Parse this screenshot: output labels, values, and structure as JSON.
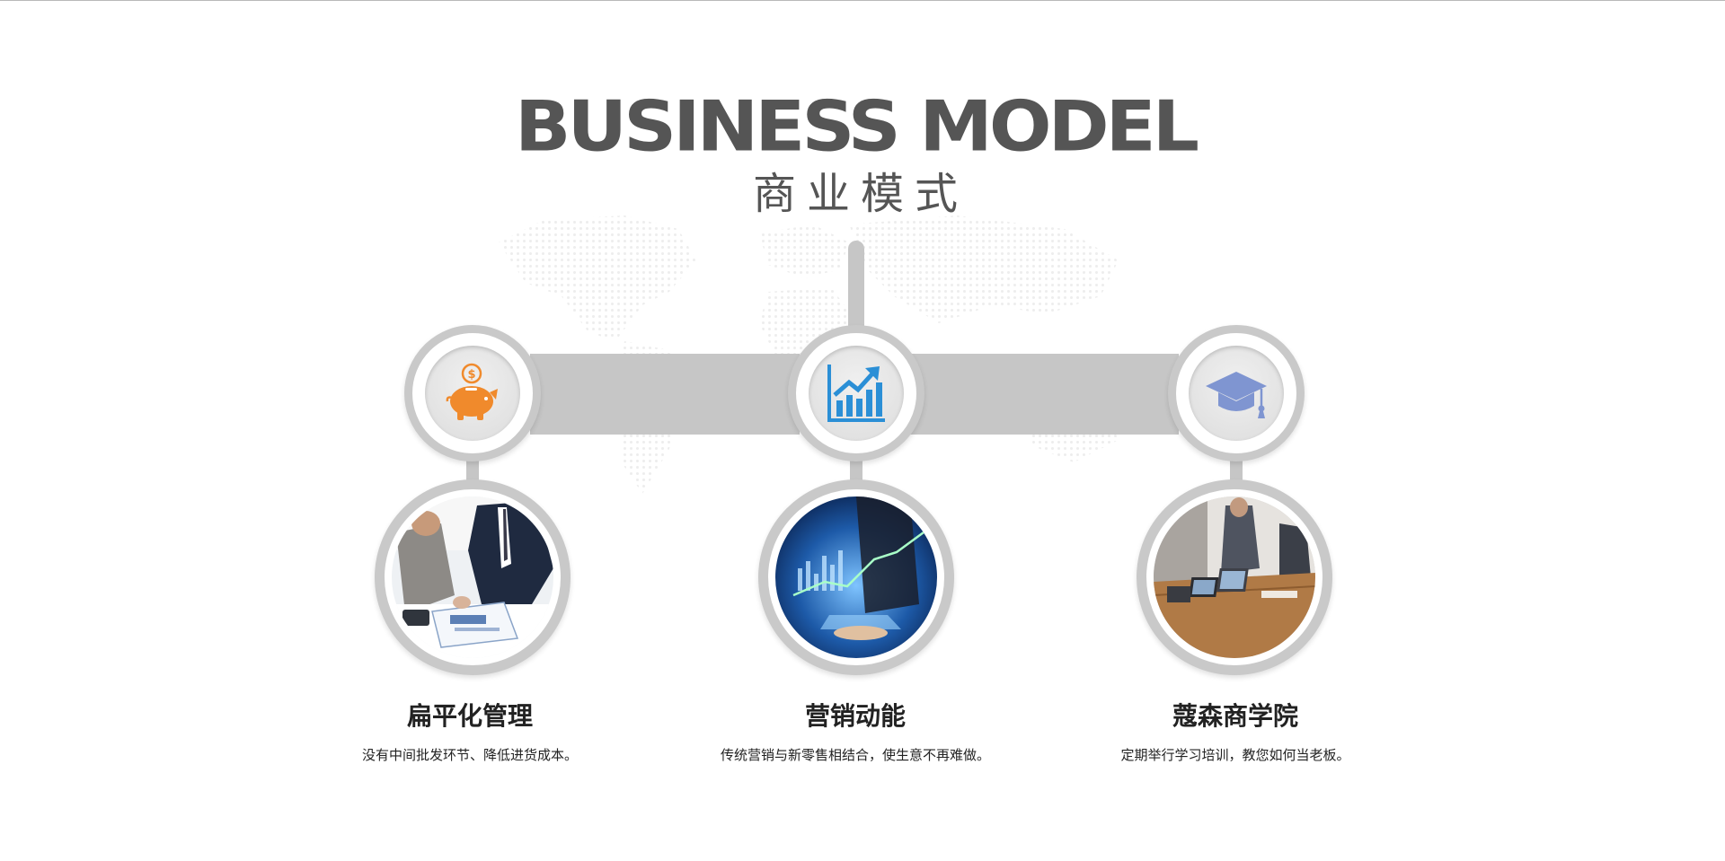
{
  "header": {
    "title": "BUSINESS MODEL",
    "subtitle": "商业模式"
  },
  "colors": {
    "accent_gray": "#c6c6c6",
    "title_gray": "#555555",
    "icon_orange": "#f08a2c",
    "icon_blue": "#2b8fd6",
    "icon_lavender": "#7f95d1"
  },
  "features": [
    {
      "icon": "piggy-bank-icon",
      "title": "扁平化管理",
      "description": "没有中间批发环节、降低进货成本。"
    },
    {
      "icon": "growth-chart-icon",
      "title": "营销动能",
      "description": "传统营销与新零售相结合，使生意不再难做。"
    },
    {
      "icon": "graduation-cap-icon",
      "title": "蔻森商学院",
      "description": "定期举行学习培训，教您如何当老板。"
    }
  ]
}
